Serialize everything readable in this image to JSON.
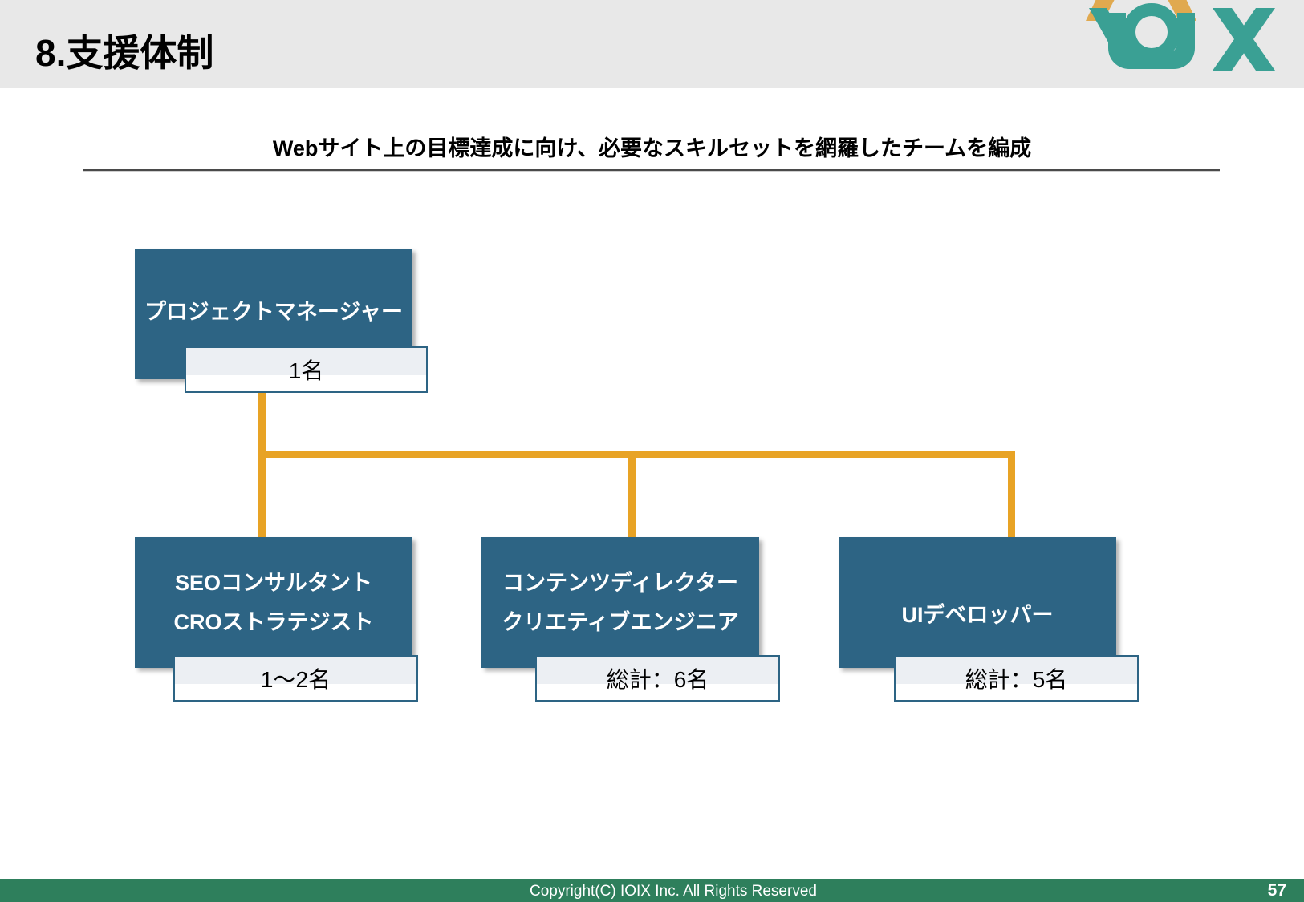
{
  "slide": {
    "title": "8.支援体制",
    "subtitle": "Webサイト上の目標達成に向け、必要なスキルセットを網羅したチームを編成"
  },
  "logo": {
    "name": "ioix-logo",
    "teal": "#3aa094",
    "gold": "#e0a94f"
  },
  "colors": {
    "header_band": "#e8e8e8",
    "box_blue": "#2d6484",
    "count_fill": "#eceff3",
    "connector_orange": "#e8a325",
    "footer_green": "#2e7f5c"
  },
  "org_chart": {
    "root": {
      "lines": [
        "プロジェクトマネージャー"
      ],
      "count": "1名"
    },
    "children": [
      {
        "lines": [
          "SEOコンサルタント",
          "CROストラテジスト"
        ],
        "count": "1〜2名"
      },
      {
        "lines": [
          "コンテンツディレクター",
          "クリエティブエンジニア"
        ],
        "count": "総計：6名"
      },
      {
        "lines": [
          "UIデベロッパー"
        ],
        "count": "総計：5名"
      }
    ]
  },
  "footer": {
    "copyright": "Copyright(C) IOIX Inc. All Rights Reserved",
    "page_number": "57"
  }
}
